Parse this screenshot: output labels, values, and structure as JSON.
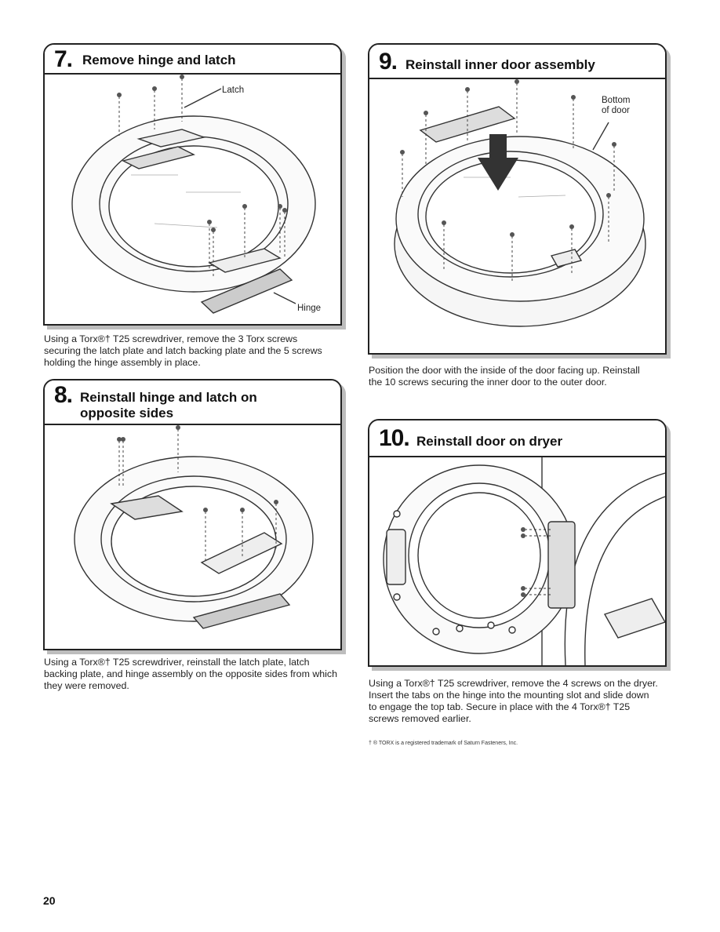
{
  "page_number": "20",
  "footnote": "† ® TORX is a registered trademark of Saturn Fasteners, Inc.",
  "steps": [
    {
      "number": "7.",
      "title": "Remove hinge and latch",
      "callouts": [
        "Latch",
        "Hinge"
      ],
      "caption": "Using a Torx®† T25 screwdriver, remove the 3 Torx screws securing the latch plate and latch backing plate and the 5 screws holding the hinge assembly in place."
    },
    {
      "number": "8.",
      "title_line1": "Reinstall hinge and latch on",
      "title_line2": "opposite sides",
      "caption": "Using a Torx®† T25 screwdriver, reinstall the latch plate, latch backing plate, and hinge assembly on the opposite sides from which they were removed."
    },
    {
      "number": "9.",
      "title": "Reinstall inner door assembly",
      "callouts": [
        "Bottom",
        "of door"
      ],
      "caption": "Position the door with the inside of the door facing up. Reinstall the 10 screws securing the inner door to the outer door."
    },
    {
      "number": "10.",
      "title": "Reinstall door on dryer",
      "caption": "Using a Torx®† T25 screwdriver, remove the 4 screws on the dryer. Insert the tabs on the hinge into the mounting slot and slide down to engage the top tab. Secure in place with the 4 Torx®† T25 screws removed earlier."
    }
  ]
}
